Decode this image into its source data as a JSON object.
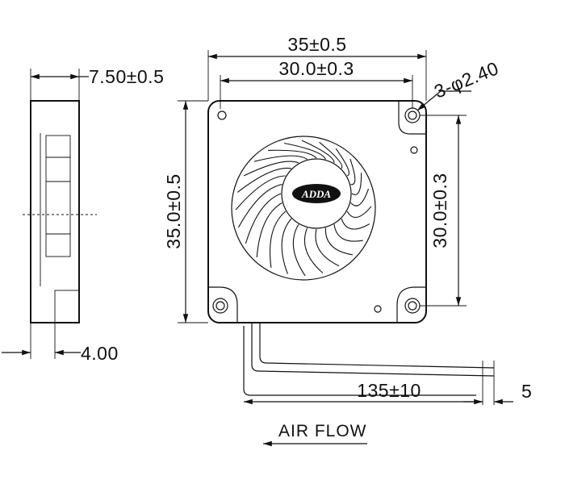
{
  "drawing": {
    "dim_outer_width": "35±0.5",
    "dim_inner_width": "30.0±0.3",
    "dim_outer_height": "35.0±0.5",
    "dim_inner_height": "30.0±0.3",
    "dim_holes": "3-φ2.40",
    "dim_thickness": "7.50±0.5",
    "dim_base": "4.00",
    "dim_cable": "135±10",
    "dim_strip": "5",
    "air_flow": "AIR FLOW",
    "logo_text": "ADDA"
  }
}
